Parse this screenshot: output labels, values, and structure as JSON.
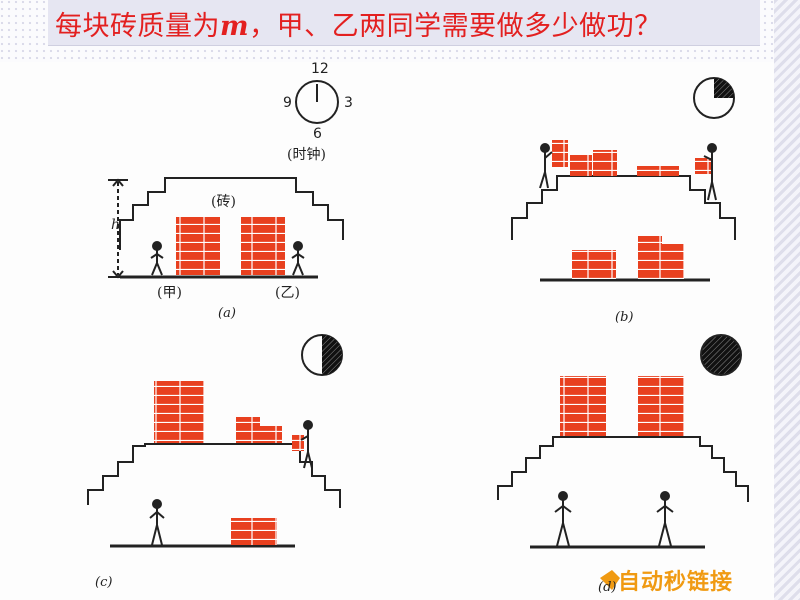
{
  "title": {
    "prefix": "每块砖质量为",
    "variable": "m",
    "suffix": "，甲、乙两同学需要做多少做功？"
  },
  "panel_a": {
    "clock_numbers": [
      "12",
      "3",
      "6",
      "9"
    ],
    "clock_caption": "(时钟)",
    "brick_label": "(砖)",
    "height_label": "h",
    "person_left": "(甲)",
    "person_right": "(乙)",
    "figure_label": "(a)"
  },
  "panel_b": {
    "figure_label": "(b)"
  },
  "panel_c": {
    "figure_label": "(c)"
  },
  "panel_d": {
    "figure_label": "(d)"
  },
  "watermark": "自动秒链接",
  "colors": {
    "title": "#e32020",
    "brick": "#e8401f",
    "mortar": "#ffffff",
    "line": "#1a1a1a",
    "watermark": "#f09a12"
  }
}
